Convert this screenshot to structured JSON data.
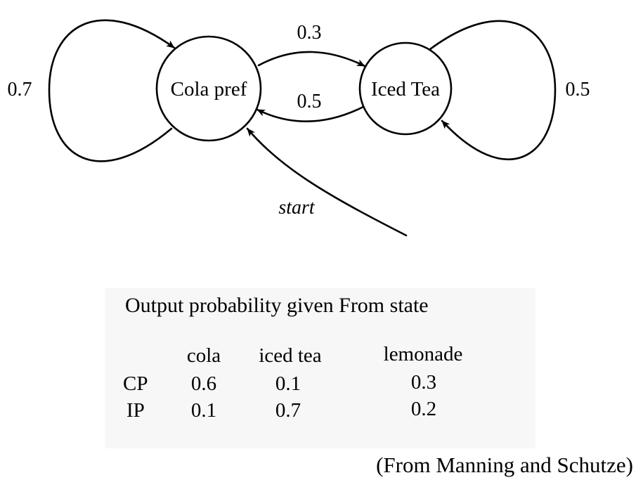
{
  "states": [
    {
      "id": "cp",
      "label": "Cola pref"
    },
    {
      "id": "it",
      "label": "Iced Tea"
    }
  ],
  "transitions": [
    {
      "from": "cp",
      "to": "it",
      "probability": "0.3"
    },
    {
      "from": "it",
      "to": "cp",
      "probability": "0.5"
    },
    {
      "from": "cp",
      "to": "cp",
      "probability": "0.7"
    },
    {
      "from": "it",
      "to": "it",
      "probability": "0.5"
    }
  ],
  "start_label": "start",
  "output_table": {
    "title": "Output probability given From state",
    "columns": [
      "cola",
      "iced tea",
      "lemonade"
    ],
    "rows": [
      {
        "state": "CP",
        "values": [
          "0.6",
          "0.1",
          "0.3"
        ]
      },
      {
        "state": "IP",
        "values": [
          "0.1",
          "0.7",
          "0.2"
        ]
      }
    ]
  },
  "source_note": "(From Manning and Schutze)"
}
